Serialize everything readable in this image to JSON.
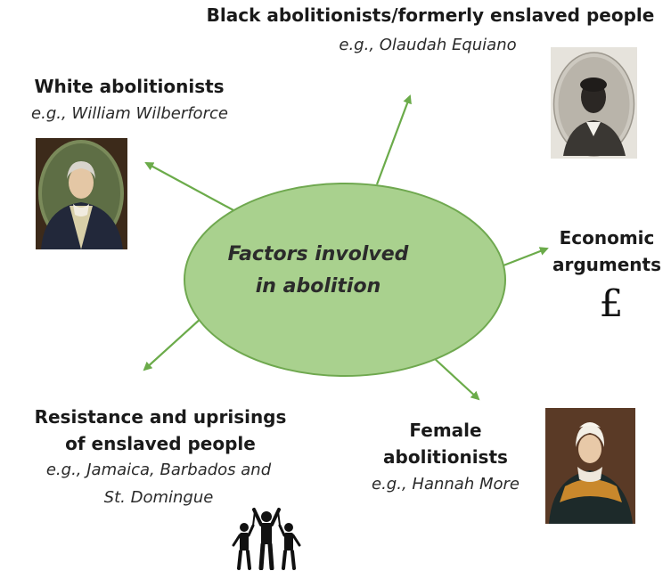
{
  "center": {
    "line1": "Factors involved",
    "line2": "in abolition"
  },
  "nodes": {
    "black_abolitionists": {
      "title": "Black abolitionists/formerly enslaved people",
      "example": "e.g., Olaudah Equiano"
    },
    "white_abolitionists": {
      "title": "White abolitionists",
      "example": "e.g., William Wilberforce"
    },
    "economic": {
      "title_line1": "Economic",
      "title_line2": "arguments",
      "symbol": "£"
    },
    "resistance": {
      "title_line1": "Resistance and uprisings",
      "title_line2": "of enslaved people",
      "example_line1": "e.g., Jamaica, Barbados and",
      "example_line2": "St. Domingue"
    },
    "female": {
      "title_line1": "Female",
      "title_line2": "abolitionists",
      "example": "e.g., Hannah More"
    }
  },
  "colors": {
    "ellipse_fill": "#a9d18e",
    "ellipse_stroke": "#6fa84f",
    "arrow": "#6bab4a"
  },
  "icons": [
    "portrait-equiano-icon",
    "portrait-wilberforce-icon",
    "portrait-hannah-more-icon",
    "pound-sign-icon",
    "protesters-icon"
  ]
}
